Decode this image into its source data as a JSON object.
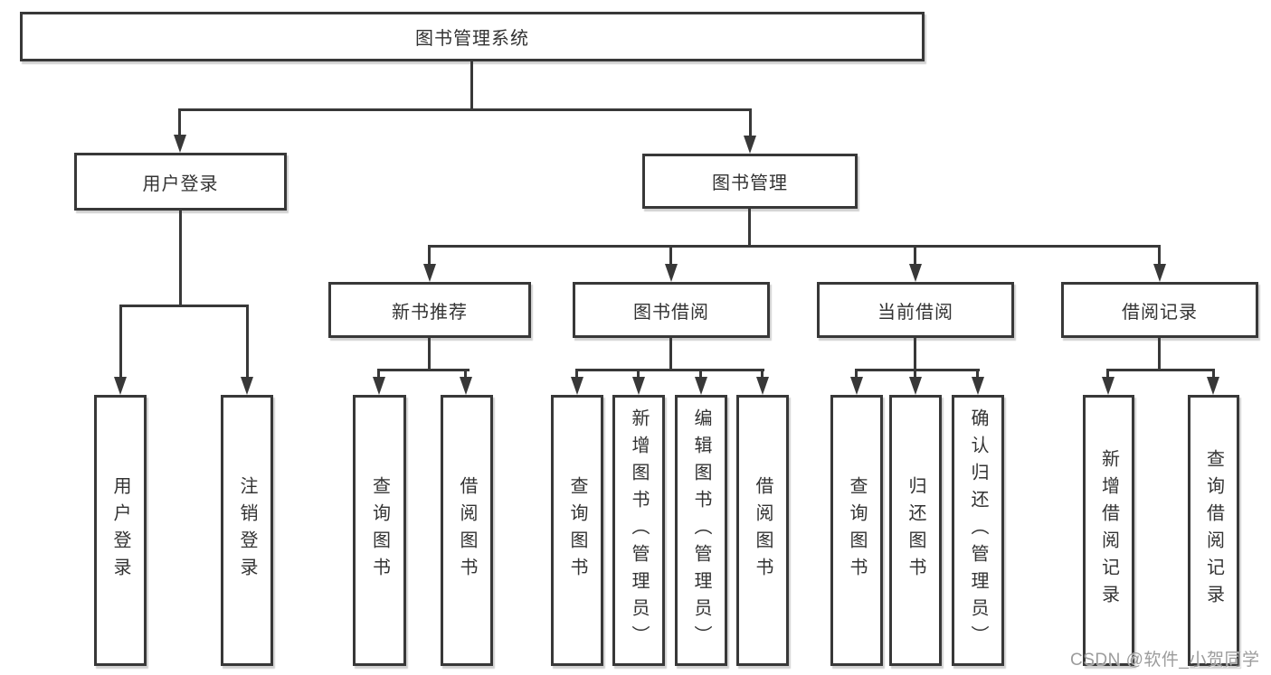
{
  "title": "图书管理系统",
  "watermark": "CSDN @软件_小贺同学",
  "colors": {
    "background": "#ffffff",
    "line": "#383838",
    "text": "#333333",
    "watermark_text": "#9c9c9c"
  },
  "nodes": {
    "root": {
      "label": "图书管理系统"
    },
    "user_login": {
      "label": "用户登录"
    },
    "book_mgmt": {
      "label": "图书管理"
    },
    "new_book_rec": {
      "label": "新书推荐"
    },
    "book_borrow": {
      "label": "图书借阅"
    },
    "current_borrow": {
      "label": "当前借阅"
    },
    "borrow_record": {
      "label": "借阅记录"
    },
    "leaf_user_login": {
      "label": "用户登录"
    },
    "leaf_logout": {
      "label": "注销登录"
    },
    "leaf_query_book_rec": {
      "label": "查询图书"
    },
    "leaf_borrow_book_rec": {
      "label": "借阅图书"
    },
    "leaf_query_book_borrow": {
      "label": "查询图书"
    },
    "leaf_add_book": {
      "label": "新增图书（管理员）"
    },
    "leaf_edit_book": {
      "label": "编辑图书（管理员）"
    },
    "leaf_borrow_book": {
      "label": "借阅图书"
    },
    "leaf_query_book_cur": {
      "label": "查询图书"
    },
    "leaf_return_book": {
      "label": "归还图书"
    },
    "leaf_confirm_return": {
      "label": "确认归还（管理员）"
    },
    "leaf_add_record": {
      "label": "新增借阅记录"
    },
    "leaf_query_record": {
      "label": "查询借阅记录"
    }
  },
  "tree": {
    "label": "图书管理系统",
    "children": [
      {
        "label": "用户登录",
        "children": [
          {
            "label": "用户登录"
          },
          {
            "label": "注销登录"
          }
        ]
      },
      {
        "label": "图书管理",
        "children": [
          {
            "label": "新书推荐",
            "children": [
              {
                "label": "查询图书"
              },
              {
                "label": "借阅图书"
              }
            ]
          },
          {
            "label": "图书借阅",
            "children": [
              {
                "label": "查询图书"
              },
              {
                "label": "新增图书（管理员）"
              },
              {
                "label": "编辑图书（管理员）"
              },
              {
                "label": "借阅图书"
              }
            ]
          },
          {
            "label": "当前借阅",
            "children": [
              {
                "label": "查询图书"
              },
              {
                "label": "归还图书"
              },
              {
                "label": "确认归还（管理员）"
              }
            ]
          },
          {
            "label": "借阅记录",
            "children": [
              {
                "label": "新增借阅记录"
              },
              {
                "label": "查询借阅记录"
              }
            ]
          }
        ]
      }
    ]
  }
}
